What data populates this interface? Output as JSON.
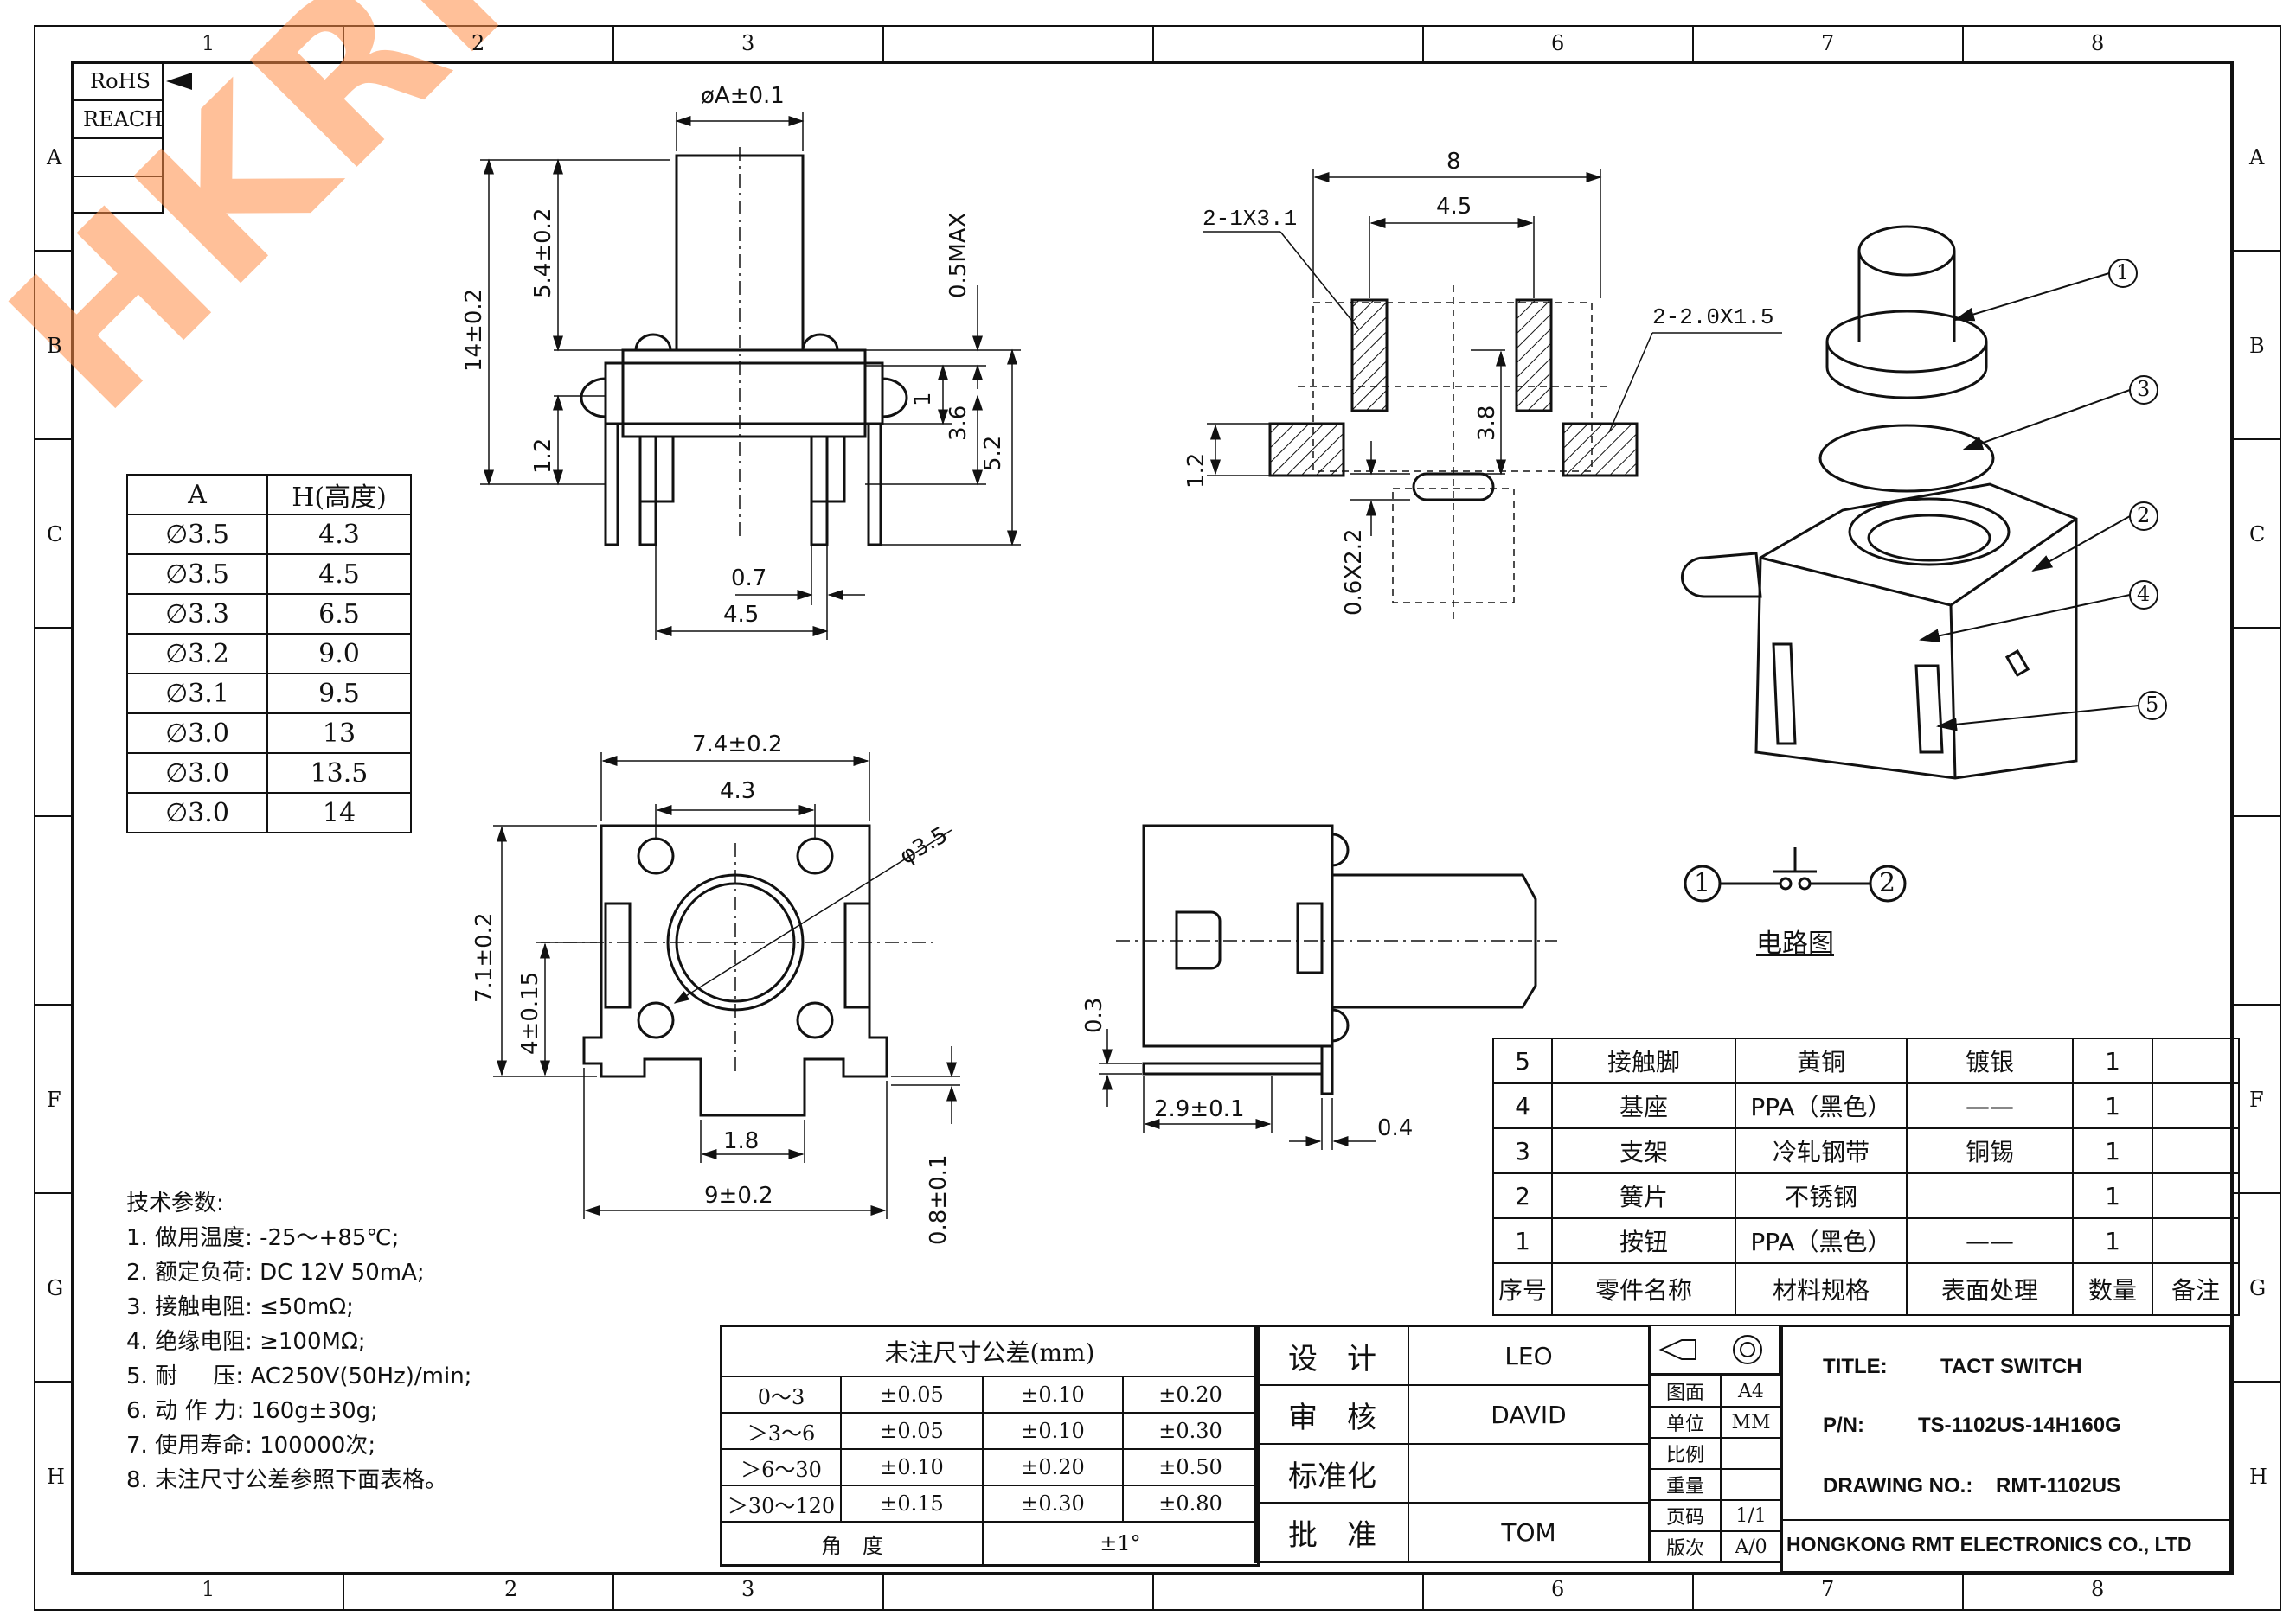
{
  "watermark": "HKRMT.COM",
  "frame": {
    "col_labels_top": [
      "1",
      "2",
      "3",
      "6",
      "7",
      "8"
    ],
    "col_labels_bottom": [
      "1",
      "2",
      "3",
      "6",
      "7",
      "8"
    ],
    "row_labels": [
      "A",
      "B",
      "C",
      "F",
      "G",
      "H"
    ]
  },
  "compliance": {
    "rohs": "RoHS",
    "reach": "REACH"
  },
  "height_table": {
    "headers": [
      "A",
      "H(高度)"
    ],
    "rows": [
      [
        "∅3.5",
        "4.3"
      ],
      [
        "∅3.5",
        "4.5"
      ],
      [
        "∅3.3",
        "6.5"
      ],
      [
        "∅3.2",
        "9.0"
      ],
      [
        "∅3.1",
        "9.5"
      ],
      [
        "∅3.0",
        "13"
      ],
      [
        "∅3.0",
        "13.5"
      ],
      [
        "∅3.0",
        "14"
      ]
    ]
  },
  "dims": {
    "side": {
      "phiA": "øA±0.1",
      "h14": "14±0.2",
      "h54": "5.4±0.2",
      "h12": "1.2",
      "max05": "0.5MAX",
      "d1": "1",
      "d36": "3.6",
      "d52": "5.2",
      "d07": "0.7",
      "d45": "4.5"
    },
    "pcb": {
      "w8": "8",
      "w45": "4.5",
      "slot1": "2-1X3.1",
      "slot2": "2-2.0X1.5",
      "d38": "3.8",
      "d12": "1.2",
      "d0622": "0.6X2.2"
    },
    "top": {
      "w74": "7.4±0.2",
      "w43": "4.3",
      "phi35": "φ3.5",
      "h71": "7.1±0.2",
      "h4": "4±0.15",
      "w18": "1.8",
      "w9": "9±0.2",
      "t08": "0.8±0.1"
    },
    "front": {
      "d03": "0.3",
      "d29": "2.9±0.1",
      "d04": "0.4"
    }
  },
  "callouts": [
    "1",
    "3",
    "2",
    "4",
    "5"
  ],
  "circuit": {
    "left": "1",
    "right": "2",
    "label": "电路图"
  },
  "specs": {
    "title": "技术参数:",
    "items": [
      "1. 做用温度: -25～+85℃;",
      "2. 额定负荷: DC 12V 50mA;",
      "3. 接触电阻: ≤50mΩ;",
      "4. 绝缘电阻: ≥100MΩ;",
      "5. 耐     压: AC250V(50Hz)/min;",
      "6. 动 作 力: 160g±30g;",
      "7. 使用寿命: 100000次;",
      "8. 未注尺寸公差参照下面表格。"
    ]
  },
  "bom": {
    "rows": [
      [
        "5",
        "接触脚",
        "黄铜",
        "镀银",
        "1",
        ""
      ],
      [
        "4",
        "基座",
        "PPA（黑色）",
        "——",
        "1",
        ""
      ],
      [
        "3",
        "支架",
        "冷轧钢带",
        "铜锡",
        "1",
        ""
      ],
      [
        "2",
        "簧片",
        "不锈钢",
        "",
        "1",
        ""
      ],
      [
        "1",
        "按钮",
        "PPA（黑色）",
        "——",
        "1",
        ""
      ]
    ],
    "headers": [
      "序号",
      "零件名称",
      "材料规格",
      "表面处理",
      "数量",
      "备注"
    ]
  },
  "tolerance": {
    "title": "未注尺寸公差(mm)",
    "rows": [
      [
        "0～3",
        "±0.05",
        "±0.10",
        "±0.20"
      ],
      [
        "＞3～6",
        "±0.05",
        "±0.10",
        "±0.30"
      ],
      [
        "＞6～30",
        "±0.10",
        "±0.20",
        "±0.50"
      ],
      [
        "＞30～120",
        "±0.15",
        "±0.30",
        "±0.80"
      ]
    ],
    "angle_label": "角　度",
    "angle_value": "±1°"
  },
  "signoff": {
    "rows": [
      {
        "role": "设　计",
        "name": "LEO"
      },
      {
        "role": "审　核",
        "name": "DAVID"
      },
      {
        "role": "标准化",
        "name": ""
      },
      {
        "role": "批　准",
        "name": "TOM"
      }
    ]
  },
  "sheetinfo": [
    [
      "图面",
      "A4"
    ],
    [
      "单位",
      "MM"
    ],
    [
      "比例",
      ""
    ],
    [
      "重量",
      ""
    ],
    [
      "页码",
      "1/1"
    ],
    [
      "版次",
      "A/0"
    ]
  ],
  "titleblock": {
    "title_label": "TITLE:",
    "title_value": "TACT SWITCH",
    "pn_label": "P/N:",
    "pn_value": "TS-1102US-14H160G",
    "dwg_label": "DRAWING NO.:",
    "dwg_value": "RMT-1102US",
    "company": "HONGKONG RMT ELECTRONICS CO., LTD"
  }
}
